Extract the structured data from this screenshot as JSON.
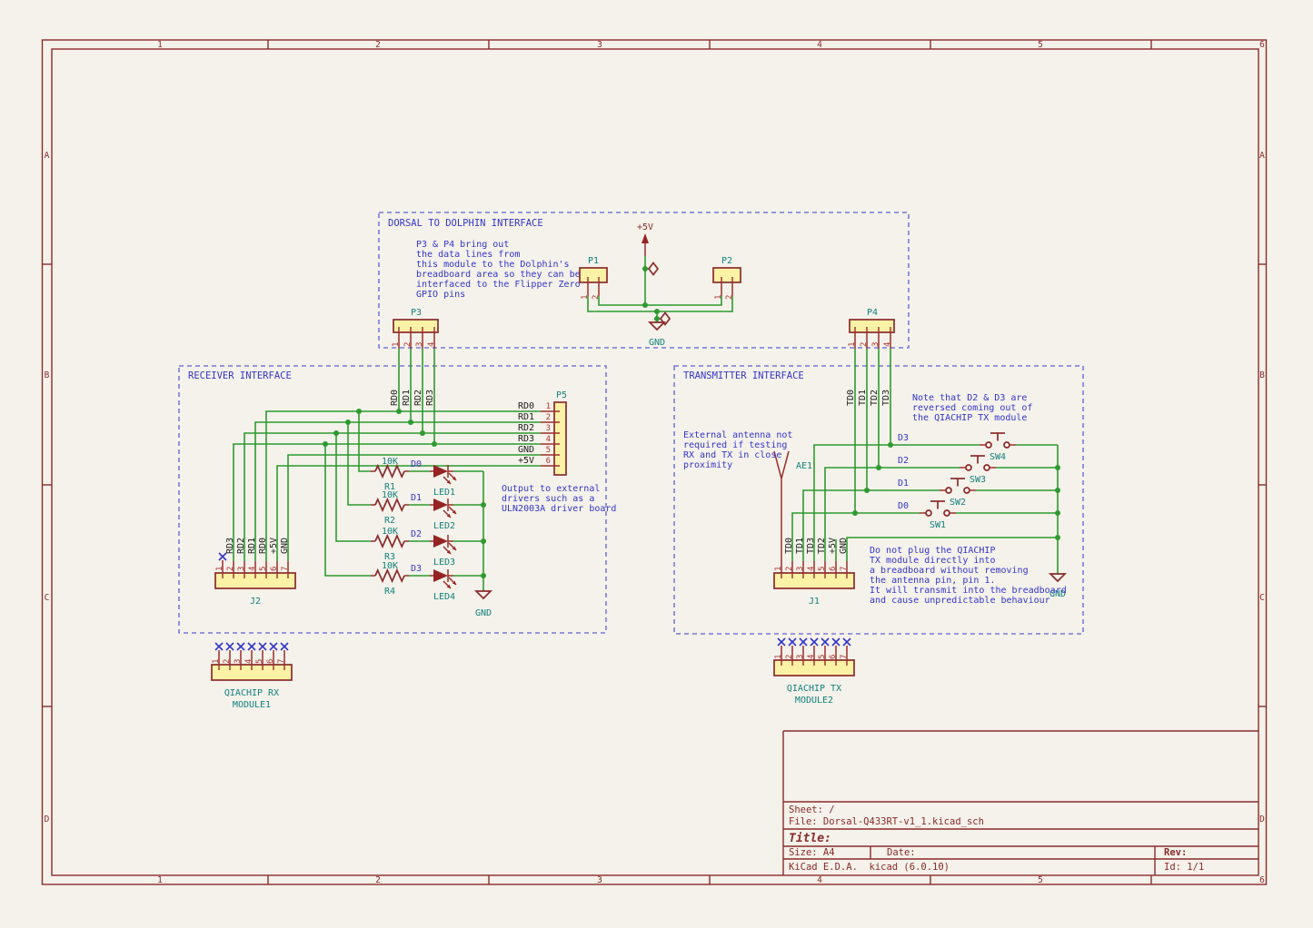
{
  "frame": {
    "cols": [
      "1",
      "2",
      "3",
      "4",
      "5",
      "6"
    ],
    "rows": [
      "A",
      "B",
      "C",
      "D"
    ]
  },
  "title_block": {
    "sheet": "Sheet: /",
    "file": "File: Dorsal-Q433RT-v1_1.kicad_sch",
    "title": "Title:",
    "size": "Size: A4",
    "date": "Date:",
    "rev": "Rev:",
    "kicad": "KiCad E.D.A.  kicad (6.0.10)",
    "id": "Id: 1/1"
  },
  "dolphin": {
    "title": "DORSAL TO DOLPHIN INTERFACE",
    "note": [
      "P3 & P4 bring out",
      "the data lines from",
      "this module to the Dolphin's",
      "breadboard area so they can be",
      "interfaced to the Flipper Zero",
      "GPIO pins"
    ],
    "p1": "P1",
    "p2": "P2",
    "p3": "P3",
    "p4": "P4",
    "p5v": "+5V",
    "gnd": "GND",
    "pins2": [
      "1",
      "2"
    ],
    "pins4": [
      "1",
      "2",
      "3",
      "4"
    ]
  },
  "rx": {
    "title": "RECEIVER INTERFACE",
    "wire_labels": [
      "RD0",
      "RD1",
      "RD2",
      "RD3"
    ],
    "p5": {
      "ref": "P5",
      "labels": [
        "RD0",
        "RD1",
        "RD2",
        "RD3",
        "GND",
        "+5V"
      ],
      "pins": [
        "1",
        "2",
        "3",
        "4",
        "5",
        "6"
      ]
    },
    "rows": [
      {
        "value": "10K",
        "ref": "R1",
        "net": "D0",
        "led": "LED1"
      },
      {
        "value": "10K",
        "ref": "R2",
        "net": "D1",
        "led": "LED2"
      },
      {
        "value": "10K",
        "ref": "R3",
        "net": "D2",
        "led": "LED3"
      },
      {
        "value": "10K",
        "ref": "R4",
        "net": "D3",
        "led": "LED4"
      }
    ],
    "note": [
      "Output to external",
      "drivers such as a",
      "ULN2003A driver board"
    ],
    "j2": {
      "ref": "J2",
      "labels": [
        "RD3",
        "RD2",
        "RD1",
        "RD0",
        "+5V",
        "GND"
      ],
      "pins": [
        "1",
        "2",
        "3",
        "4",
        "5",
        "6",
        "7"
      ]
    },
    "gnd": "GND"
  },
  "tx": {
    "title": "TRANSMITTER INTERFACE",
    "wire_labels": [
      "TD0",
      "TD1",
      "TD2",
      "TD3"
    ],
    "note_reversed": [
      "Note that D2 & D3 are",
      "reversed coming out of",
      "the QIACHIP TX module"
    ],
    "note_antenna": [
      "External antenna not",
      "required if testing",
      "RX and TX in close",
      "proximity"
    ],
    "note_plug": [
      "Do not plug the QIACHIP",
      "TX module directly into",
      "a breadboard without removing",
      "the antenna pin, pin 1.",
      "It will transmit into the breadboard",
      "and cause unpredictable behaviour"
    ],
    "antenna_ref": "AE1",
    "switches": [
      {
        "ref": "SW1",
        "net": "D0"
      },
      {
        "ref": "SW2",
        "net": "D1"
      },
      {
        "ref": "SW3",
        "net": "D2"
      },
      {
        "ref": "SW4",
        "net": "D3"
      }
    ],
    "j1": {
      "ref": "J1",
      "labels": [
        "TD0",
        "TD1",
        "TD3",
        "TD2",
        "+5V",
        "GND"
      ],
      "pins": [
        "1",
        "2",
        "3",
        "4",
        "5",
        "6",
        "7"
      ]
    },
    "gnd": "GND"
  },
  "modules": {
    "pins": [
      "1",
      "2",
      "3",
      "4",
      "5",
      "6",
      "7"
    ],
    "rx_name": "QIACHIP RX",
    "rx_ref": "MODULE1",
    "tx_name": "QIACHIP TX",
    "tx_ref": "MODULE2"
  }
}
